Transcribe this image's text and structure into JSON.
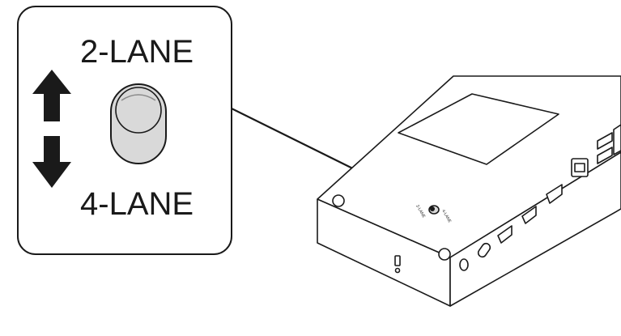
{
  "callout": {
    "label_top": "2-LANE",
    "label_bottom": "4-LANE",
    "switch_fill": "#d9d9d9",
    "stroke": "#1a1a1a",
    "icons": [
      "arrow-up-icon",
      "arrow-down-icon",
      "slide-switch-icon"
    ]
  },
  "device": {
    "switch_label_top": "2-LANE",
    "switch_label_bottom": "4-LANE",
    "icons": [
      "lock-slot-icon",
      "hdmi-port-icon",
      "usb-c-port-icon",
      "ethernet-port-icon",
      "usb-a-port-icon",
      "audio-jack-icon"
    ]
  }
}
